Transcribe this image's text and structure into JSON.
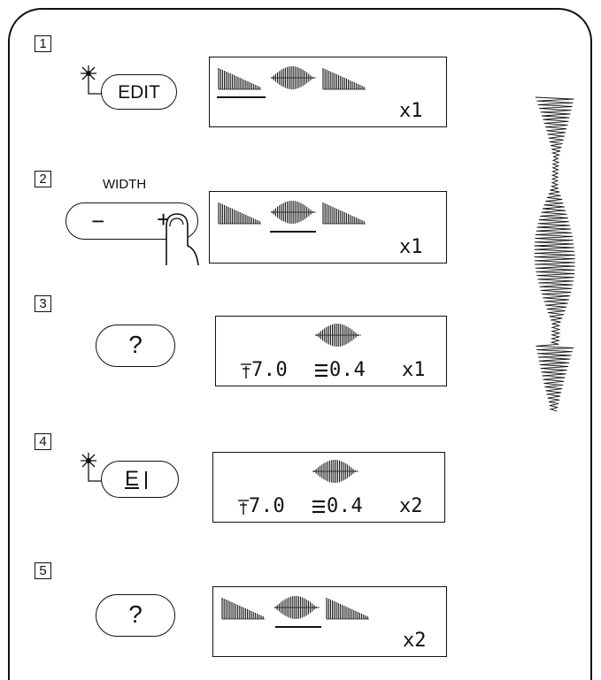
{
  "steps": [
    {
      "number": "1",
      "button": {
        "name": "edit",
        "label": "EDIT",
        "lit": true
      },
      "display": {
        "multiplier": "x1",
        "pattern_count": 3,
        "selected": 1
      }
    },
    {
      "number": "2",
      "button": {
        "name": "width",
        "label": "WIDTH",
        "minus": "−",
        "plus": "+"
      },
      "display": {
        "multiplier": "x1",
        "pattern_count": 3,
        "selected": 2
      }
    },
    {
      "number": "3",
      "button": {
        "name": "help",
        "label": "?"
      },
      "display": {
        "width_value": "7.0",
        "length_value": "0.4",
        "multiplier": "x1"
      }
    },
    {
      "number": "4",
      "button": {
        "name": "e-key",
        "label": "E",
        "lit": true
      },
      "display": {
        "width_value": "7.0",
        "length_value": "0.4",
        "multiplier": "x2"
      }
    },
    {
      "number": "5",
      "button": {
        "name": "help",
        "label": "?"
      },
      "display": {
        "multiplier": "x2",
        "pattern_count": 3,
        "selected": 2
      }
    }
  ],
  "icons": [
    "lamp-icon",
    "finger-icon",
    "stitch-pattern-icon",
    "stitch-width-icon",
    "stitch-length-icon",
    "stitch-sample-icon"
  ],
  "colors": {
    "line": "#111111",
    "background": "#ffffff"
  }
}
